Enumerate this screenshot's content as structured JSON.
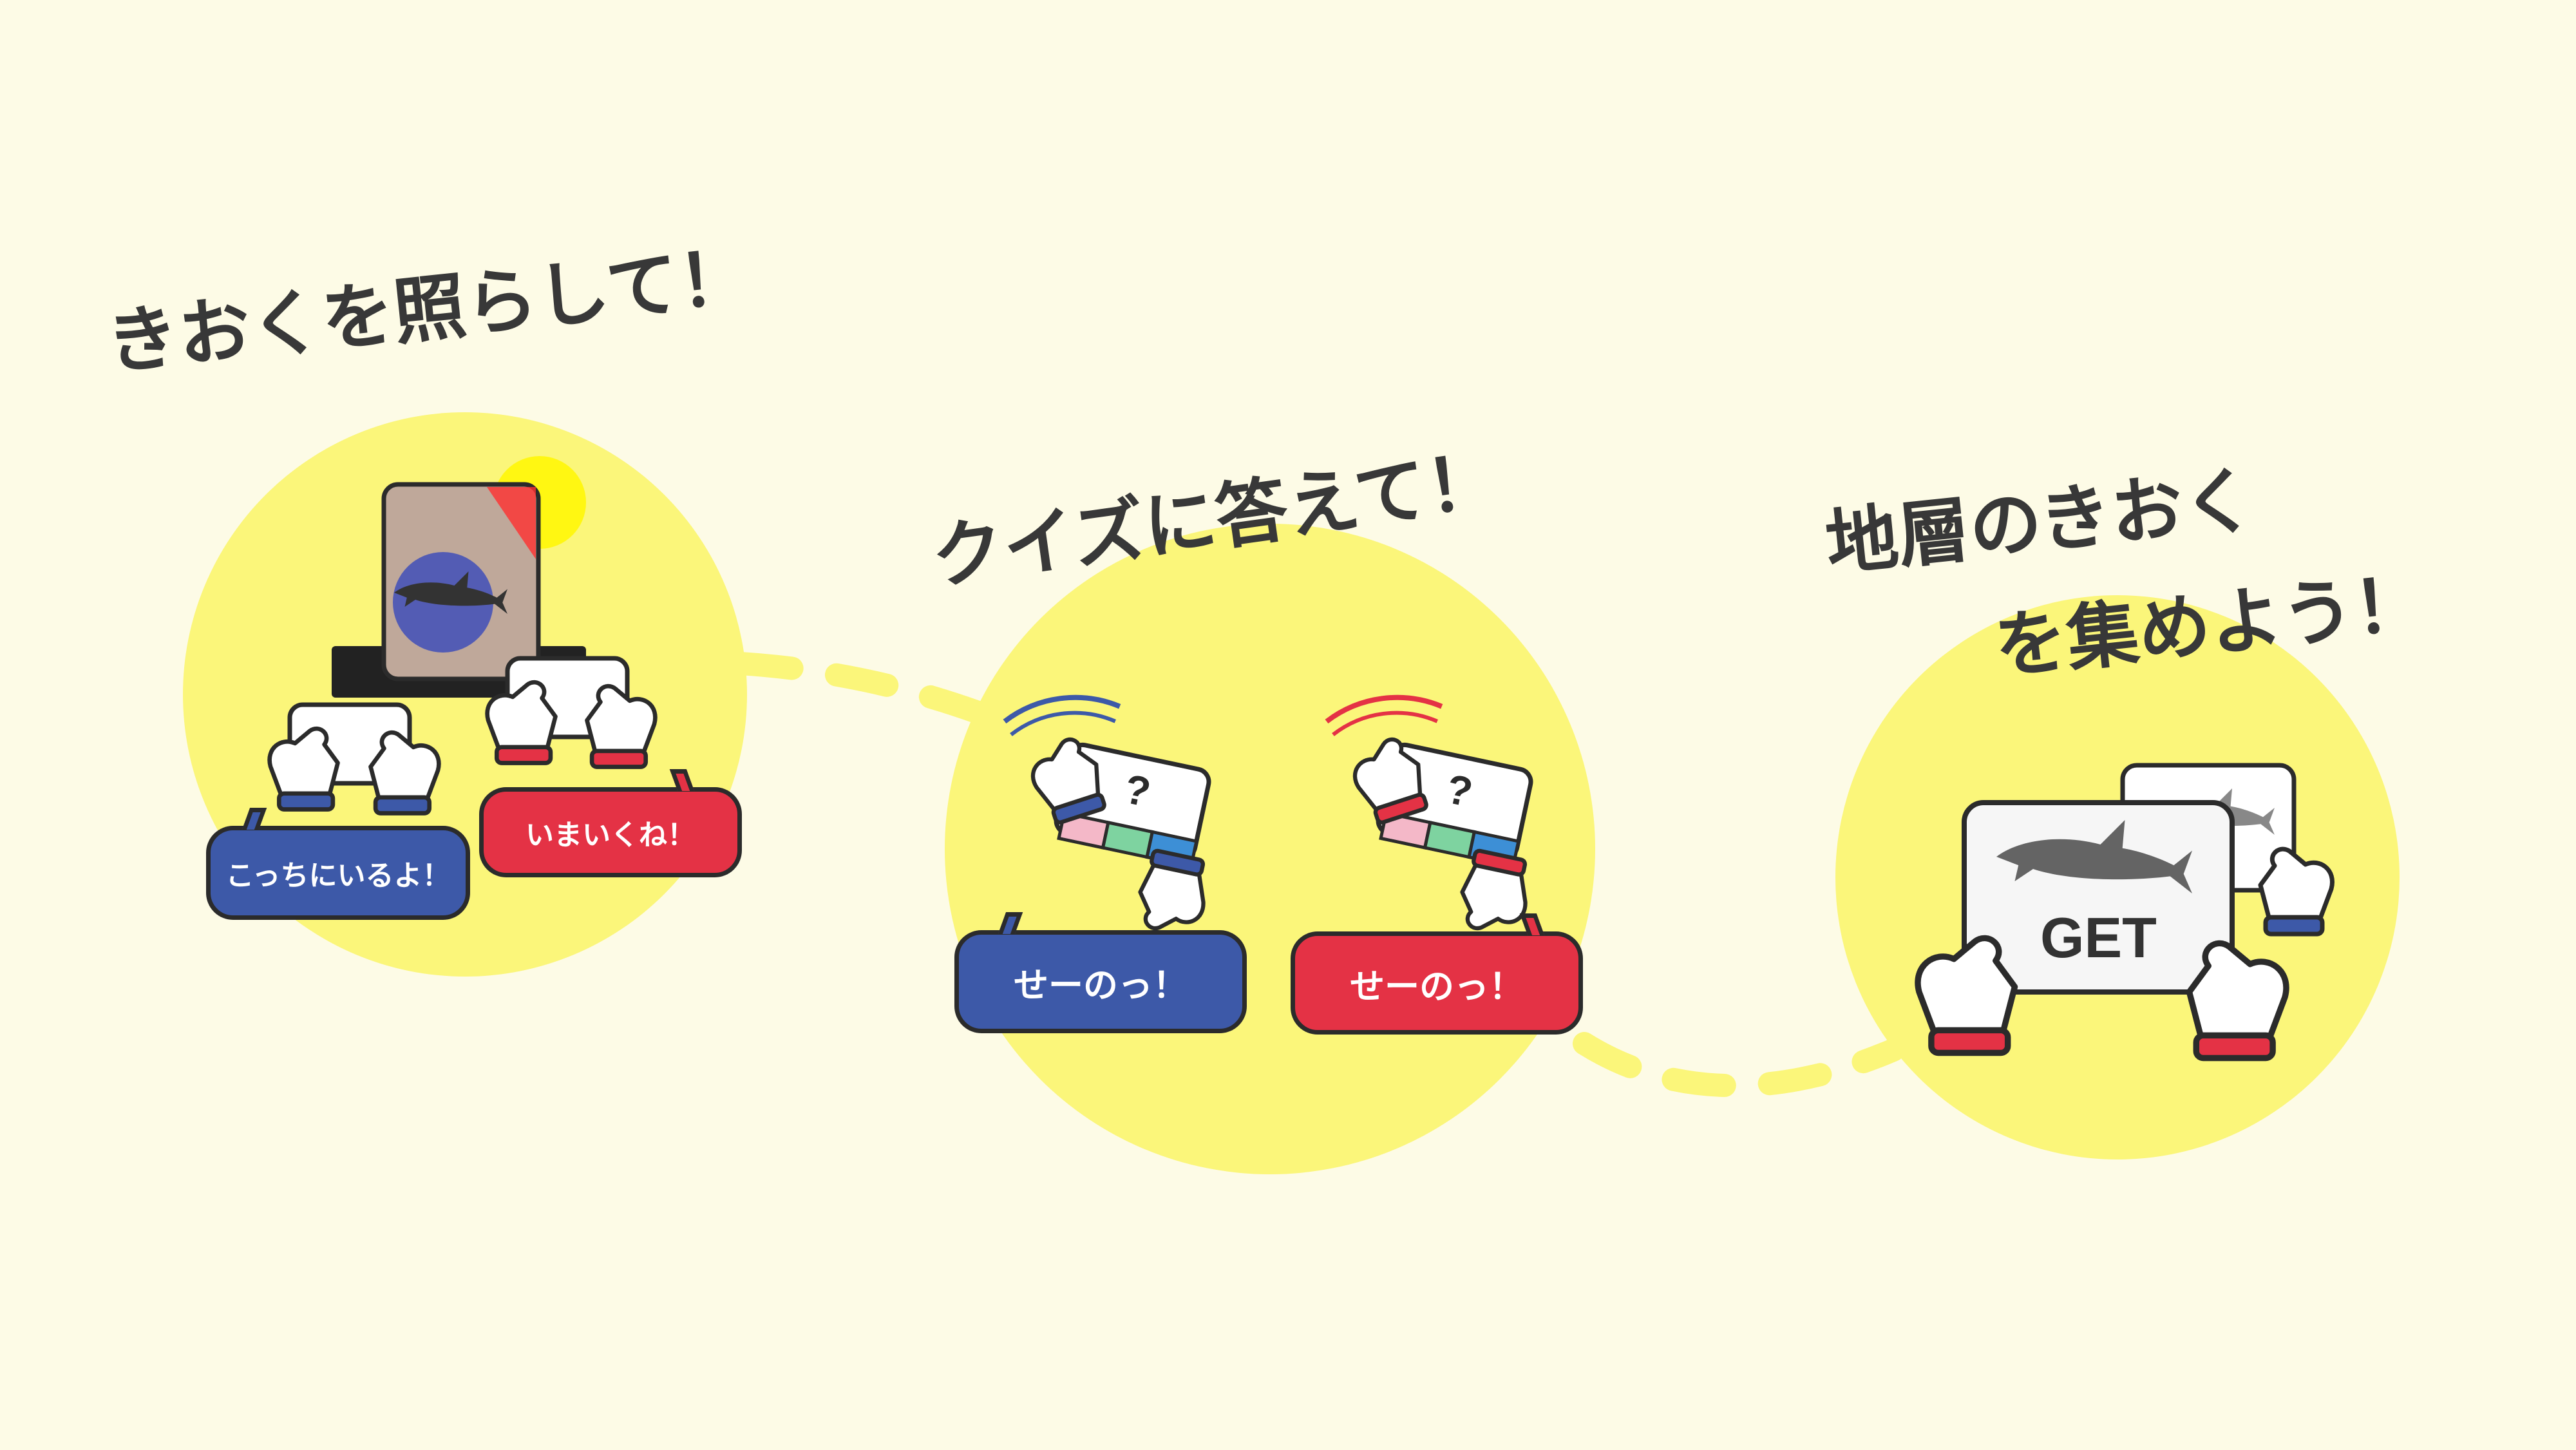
{
  "steps": [
    {
      "heading": "きおくを照らして！",
      "bubble_blue": "こっちにいるよ！",
      "bubble_red": "いまいくね！"
    },
    {
      "heading": "クイズに答えて！",
      "quiz_mark": "?",
      "bubble_blue": "せーのっ！",
      "bubble_red": "せーのっ！"
    },
    {
      "heading_line1": "地層のきおく",
      "heading_line2": "を集めよう！",
      "card_label": "GET"
    }
  ],
  "colors": {
    "background": "#fdfbe6",
    "circle": "#fbf67a",
    "team_blue": "#3d59a8",
    "team_red": "#e43245",
    "outline": "#2b2b2b",
    "text": "#383838"
  },
  "icons": [
    "gloved-hands-icon",
    "tablet-icon",
    "projector-icon",
    "shark-silhouette-icon",
    "speech-bubble-icon"
  ]
}
